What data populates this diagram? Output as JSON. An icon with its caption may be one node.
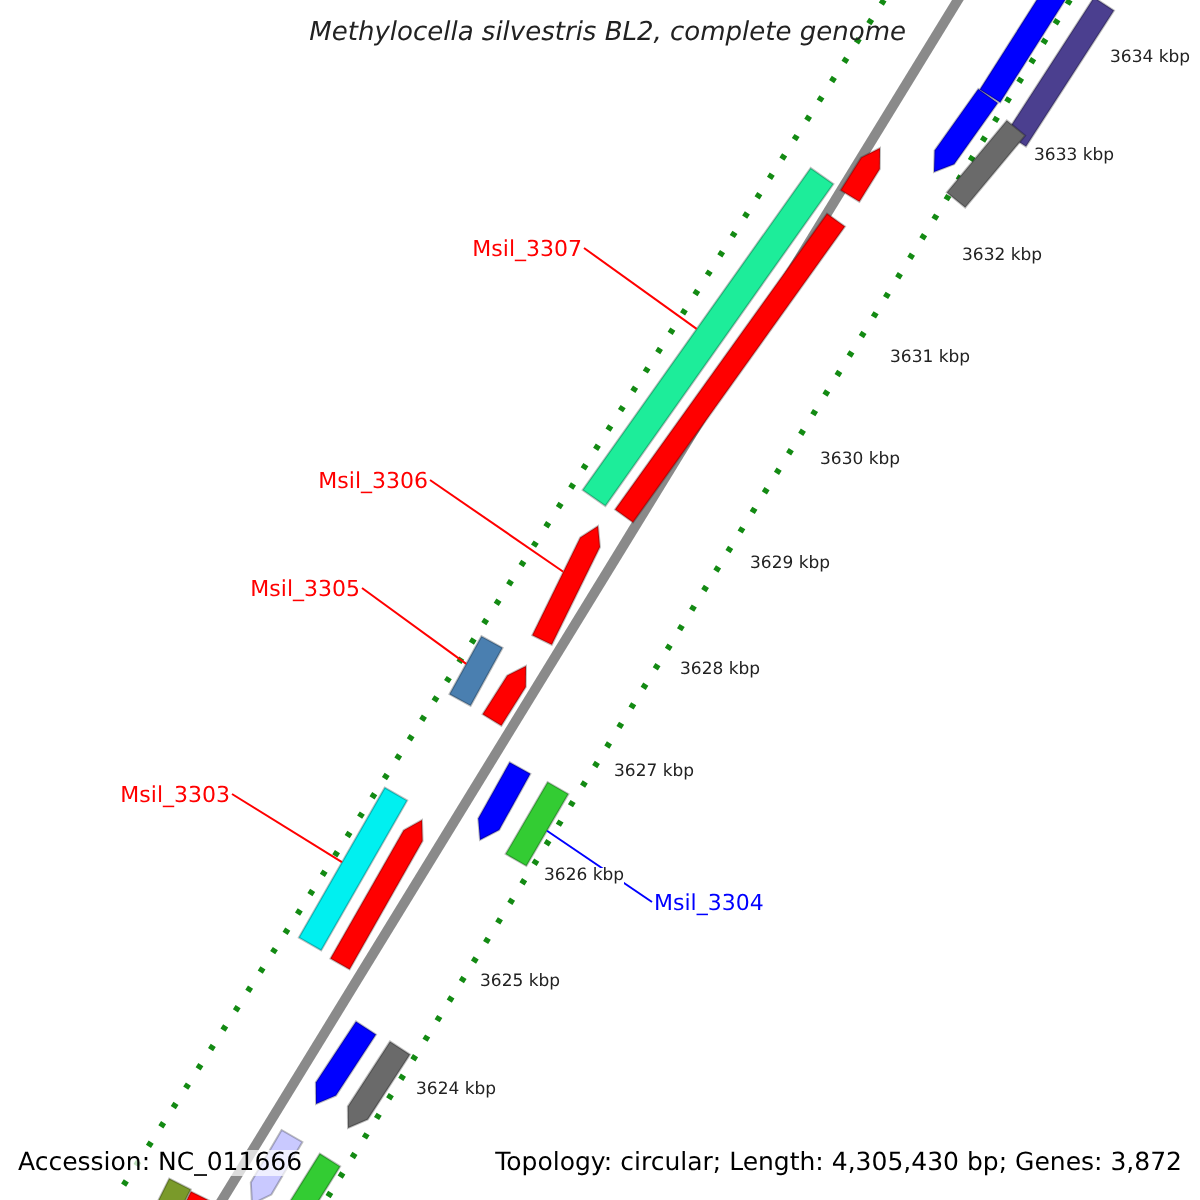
{
  "diagram": {
    "title": "Methylocella silvestris BL2, complete genome",
    "nodes": [
      {
        "text": [
          "Msil_3307"
        ]
      },
      {
        "text": [],
        "shape": "bar"
      },
      {
        "text": [
          "Msil_3306"
        ]
      },
      {
        "text": [],
        "shape": "bar"
      },
      {
        "text": [
          "Msil_3305"
        ]
      },
      {
        "text": [],
        "shape": "bar"
      },
      {
        "text": [
          "Msil_3303"
        ]
      },
      {
        "text": [],
        "shape": "bar"
      },
      {
        "text": [],
        "shape": "bar"
      },
      {
        "text": [
          "Msil_3304"
        ]
      },
      {
        "text": [],
        "shape": "bar"
      },
      {
        "text": [],
        "shape": "bar"
      },
      {
        "text": [],
        "shape": "bar"
      },
      {
        "text": [],
        "shape": "bar"
      },
      {
        "text": [],
        "shape": "bar"
      },
      {
        "text": [],
        "shape": "bar"
      },
      {
        "text": [],
        "shape": "bar"
      },
      {
        "text": [],
        "shape": "bar"
      },
      {
        "text": [],
        "shape": "bar"
      },
      {
        "text": [],
        "shape": "bar"
      },
      {
        "text": [],
        "shape": "bar"
      },
      {
        "text": [],
        "shape": "bar"
      },
      {
        "text": [],
        "shape": "bar"
      },
      {
        "text": [],
        "shape": "bar"
      },
      {
        "text": [],
        "shape": "bar"
      }
    ],
    "edges": [
      {
        "from": 0,
        "to": 1,
        "arrow": "none"
      },
      {
        "from": 2,
        "to": 3,
        "arrow": "none"
      },
      {
        "from": 4,
        "to": 5,
        "arrow": "none"
      },
      {
        "from": 6,
        "to": 7,
        "arrow": "none"
      },
      {
        "from": 9,
        "to": 8,
        "arrow": "none",
        "color": "#0000ff"
      }
    ],
    "labels": [
      "3634 kbp",
      "3633 kbp",
      "3632 kbp",
      "3631 kbp",
      "3630 kbp",
      "3629 kbp",
      "3628 kbp",
      "3627 kbp",
      "3626 kbp",
      "3625 kbp",
      "3624 kbp",
      "Accession: NC_011666",
      "Topology: circular; Length: 4,305,430 bp; Genes: 3,872"
    ]
  }
}
